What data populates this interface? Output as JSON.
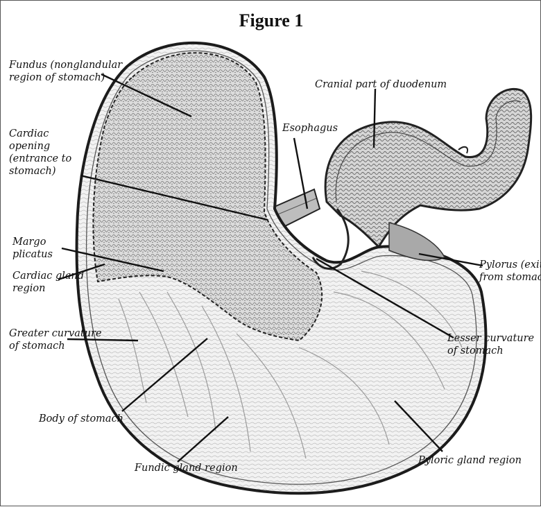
{
  "figure": {
    "title": "Figure 1"
  },
  "labels": {
    "fundus": "Fundus (nonglandular\nregion of stomach)",
    "cranial_duodenum": "Cranial part of duodenum",
    "cardiac_opening": "Cardiac\nopening\n(entrance to\nstomach)",
    "esophagus": "Esophagus",
    "margo_plicatus": "Margo\nplicatus",
    "cardiac_gland_region": "Cardiac gland\nregion",
    "pylorus": "Pylorus (exit\nfrom stomach)",
    "greater_curvature": "Greater curvature\nof stomach",
    "lesser_curvature": "Lesser curvature\nof stomach",
    "body": "Body of stomach",
    "pyloric_gland_region": "Pyloric gland region",
    "fundic_gland_region": "Fundic gland region"
  }
}
